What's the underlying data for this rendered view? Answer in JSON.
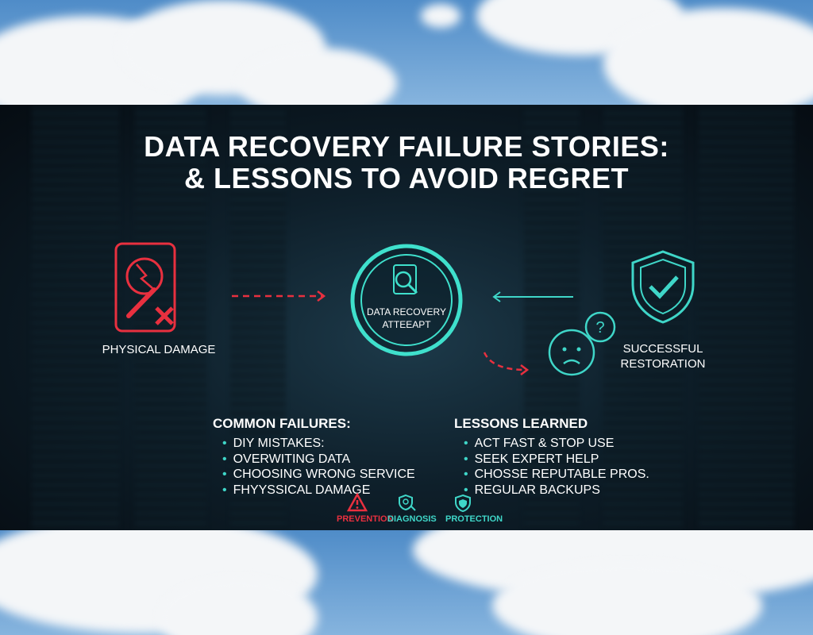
{
  "title_line1": "DATA RECOVERY FAILURE STORIES:",
  "title_line2": "& LESSONS TO AVOID REGRET",
  "nodes": {
    "left": "PHYSICAL DAMAGE",
    "center_line1": "DATA RECOVERY",
    "center_line2": "ATTEEAPT",
    "right_line1": "SUCCESSFUL",
    "right_line2": "RESTORATION"
  },
  "failures": {
    "heading": "COMMON FAILURES:",
    "items": [
      "DIY MISTAKES:",
      "OVERWITING DATA",
      "CHOOSING WRONG SERVICE",
      "FHYYSSICAL DAMAGE"
    ]
  },
  "lessons": {
    "heading": "LESSONS LEARNED",
    "items": [
      "ACT FAST & STOP USE",
      "SEEK EXPERT HELP",
      "CHOSSE REPUTABLE PROS.",
      "REGULAR BACKUPS"
    ]
  },
  "legend": [
    "PREVENTION",
    "DIAGNOSIS",
    "PROTECTION"
  ],
  "colors": {
    "red": "#e8303f",
    "teal": "#3fd6c8"
  }
}
